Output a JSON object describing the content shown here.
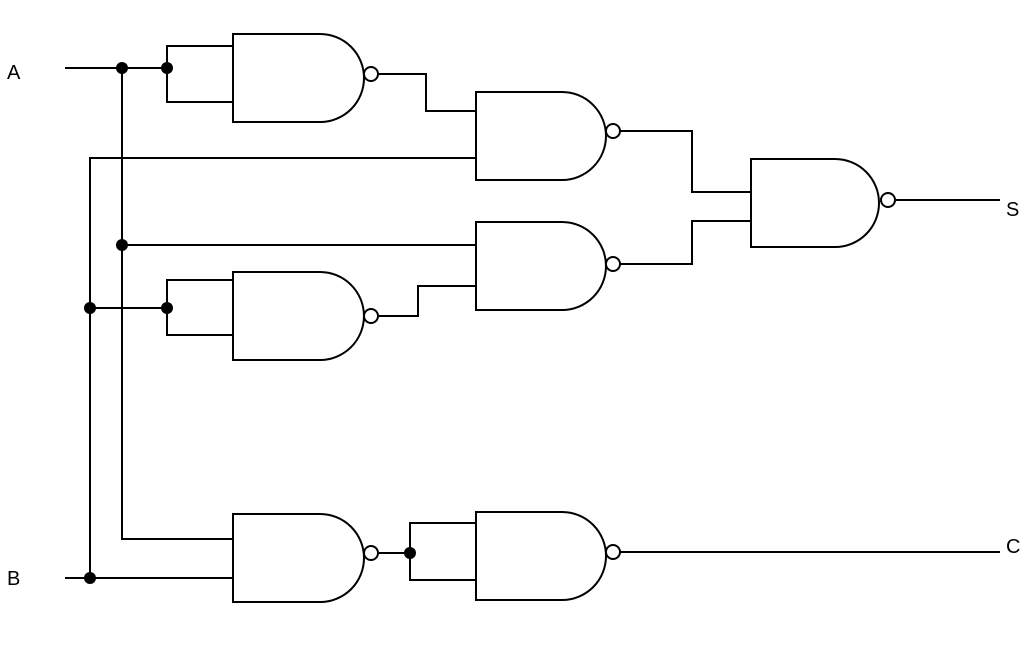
{
  "labels": {
    "input_a": "A",
    "input_b": "B",
    "output_s": "S",
    "output_c": "C"
  },
  "colors": {
    "stroke": "#000000",
    "background": "#ffffff"
  },
  "diagram": {
    "type": "logic-circuit",
    "gate_kind": "NAND",
    "gate_count": 7
  }
}
